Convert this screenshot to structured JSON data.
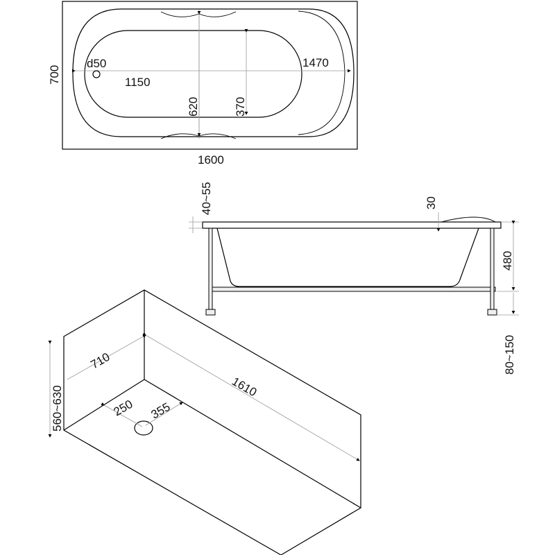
{
  "top_view": {
    "width_label": "700",
    "drain_label": "d50",
    "inner_length_label": "1470",
    "bottom_length_label": "1150",
    "inner_width_label": "620",
    "half_width_label": "370",
    "length_label": "1600"
  },
  "side_view": {
    "rim_label": "40~55",
    "depth_offset_label": "30",
    "height_label": "480",
    "leg_label": "80~150"
  },
  "box_view": {
    "height_label": "560~630",
    "width_label": "710",
    "length_label": "1610",
    "drain_x_label": "250",
    "drain_y_label": "355"
  }
}
